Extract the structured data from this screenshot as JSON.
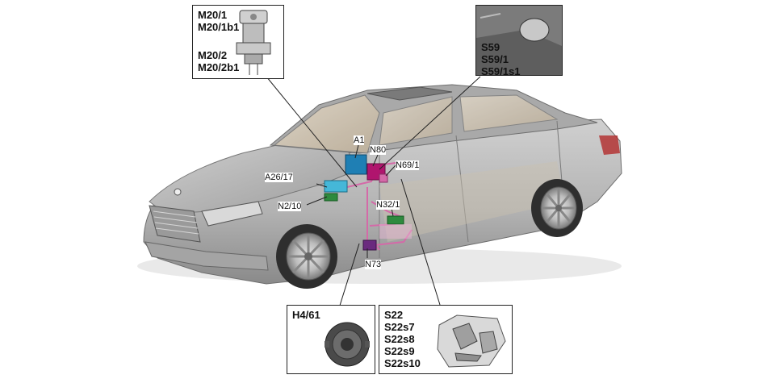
{
  "insets": {
    "motor": {
      "labels": [
        "M20/1",
        "M20/1b1",
        "M20/2",
        "M20/2b1"
      ]
    },
    "switch_top": {
      "labels": [
        "S59",
        "S59/1",
        "S59/1s1"
      ]
    },
    "speaker": {
      "labels": [
        "H4/61"
      ]
    },
    "seat_switch": {
      "labels": [
        "S22",
        "S22s7",
        "S22s8",
        "S22s9",
        "S22s10"
      ]
    }
  },
  "callouts": {
    "a1": "A1",
    "n80": "N80",
    "n69_1": "N69/1",
    "a26_17": "A26/17",
    "n2_10": "N2/10",
    "n32_1": "N32/1",
    "n73": "N73"
  },
  "colors": {
    "car_body": "#b9b9b9",
    "car_shadow": "#8e8e8e",
    "interior": "#d8c7a8",
    "module_blue": "#1f7fb4",
    "module_magenta": "#b0156e",
    "module_green": "#2e8a3e",
    "module_cyan": "#45b7d8",
    "harness_pink": "#d46aa8"
  }
}
